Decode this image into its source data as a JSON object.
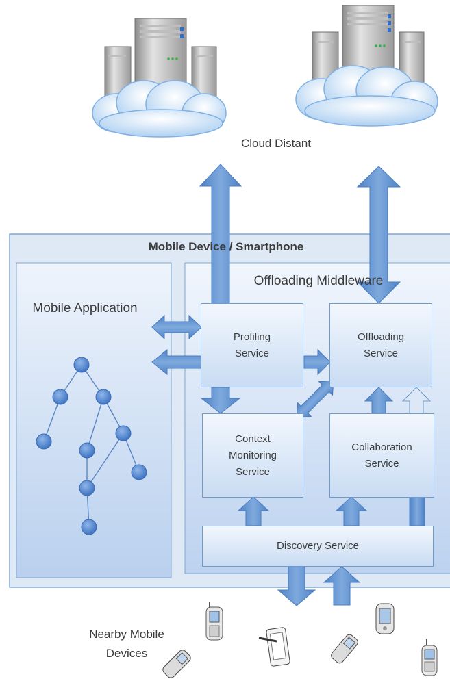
{
  "cloud_label": "Cloud Distant",
  "device_title": "Mobile Device / Smartphone",
  "middleware_title": "Offloading Middleware",
  "app_title": "Mobile Application",
  "services": {
    "profiling": "Profiling\nService",
    "offloading": "Offloading\nService",
    "context": "Context\nMonitoring\nService",
    "collaboration": "Collaboration\nService",
    "discovery": "Discovery Service"
  },
  "nearby_label": "Nearby Mobile\nDevices",
  "colors": {
    "frame_fill": "#dfe9f5",
    "frame_border": "#7fa6d2",
    "arrow": "#5c8fcc",
    "node": "#4f86d2"
  }
}
